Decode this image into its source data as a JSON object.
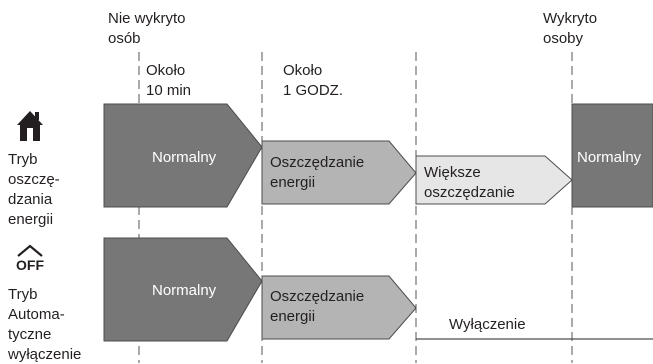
{
  "header": {
    "no_people": [
      "Nie wykryto",
      "osób"
    ],
    "people": [
      "Wykryto",
      "osoby"
    ],
    "t1": [
      "Około",
      "10 min"
    ],
    "t2": [
      "Około",
      "1 GODZ."
    ]
  },
  "row_eco": {
    "label": [
      "Tryb",
      "oszczę-",
      "dzania",
      "energii"
    ],
    "icon": "house-icon",
    "normal": "Normalny",
    "saving": [
      "Oszczędzanie",
      "energii"
    ],
    "more_saving": [
      "Większe",
      "oszczędzanie"
    ],
    "normal_end": "Normalny"
  },
  "row_off": {
    "label": [
      "Tryb",
      "Automa-",
      "tyczne",
      "wyłączenie"
    ],
    "icon": "off-icon",
    "icon_text": "OFF",
    "normal": "Normalny",
    "saving": [
      "Oszczędzanie",
      "energii"
    ],
    "off_label": "Wyłączenie"
  },
  "colors": {
    "dark": "#777777",
    "mid": "#b4b4b4",
    "light": "#e6e6e6",
    "stroke": "#4d4d4d",
    "ink": "#231f20"
  }
}
